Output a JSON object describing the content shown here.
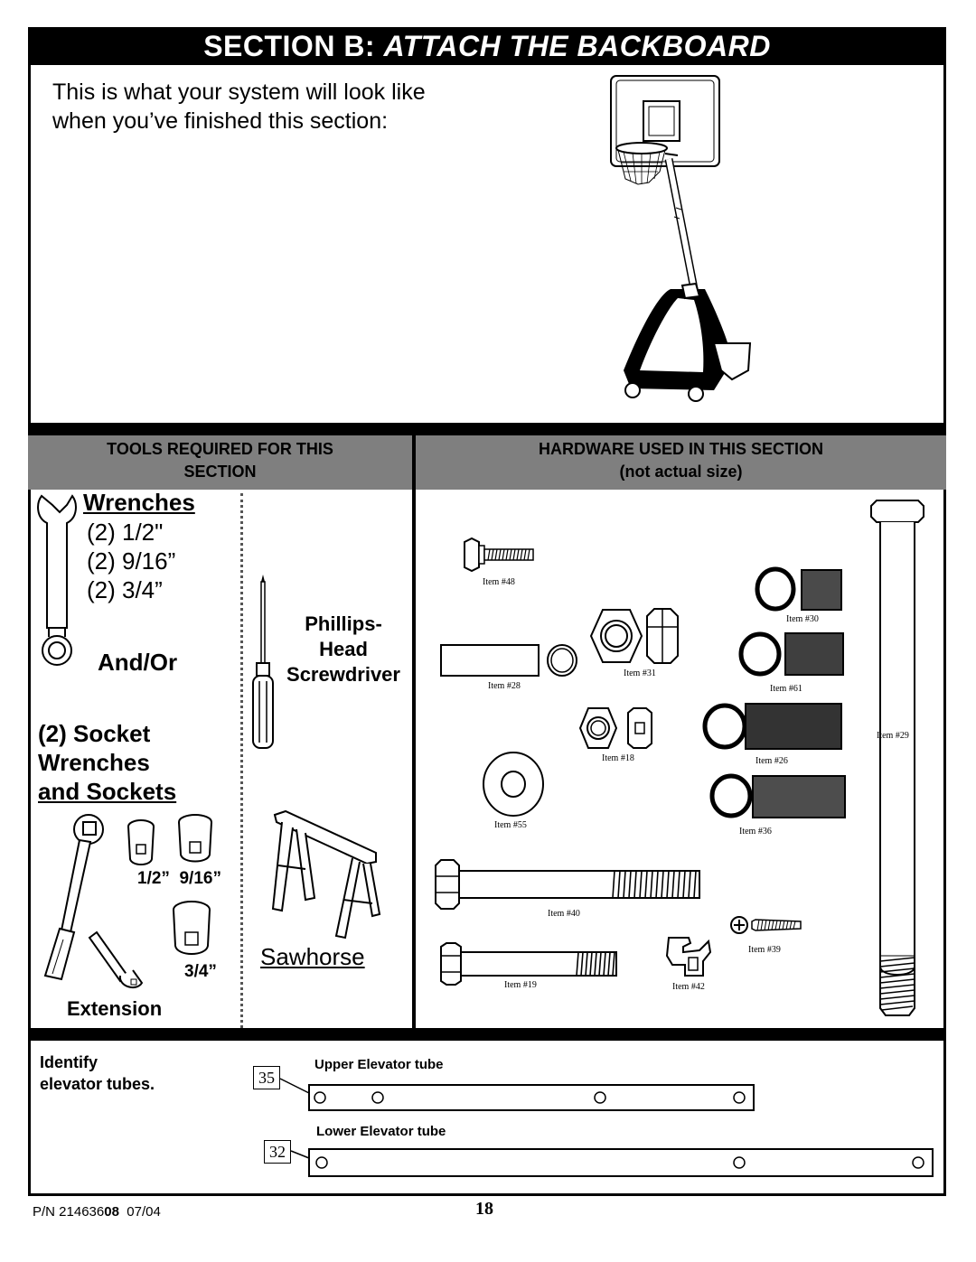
{
  "header": {
    "title_plain": "SECTION B: ",
    "title_italic": "ATTACH THE BACKBOARD"
  },
  "intro": {
    "line1": "This is what your system will look like",
    "line2": "when you’ve finished this section:"
  },
  "tools_header": {
    "line1": "TOOLS REQUIRED FOR THIS",
    "line2": "SECTION"
  },
  "hardware_header": {
    "line1": "HARDWARE USED IN THIS SECTION",
    "line2": "(not actual size)"
  },
  "tools": {
    "wrenches_title": "Wrenches",
    "wrench_sizes": [
      "(2) 1/2\"",
      "(2) 9/16”",
      "(2) 3/4”"
    ],
    "and_or": "And/Or",
    "screwdriver": [
      "Phillips-",
      "Head",
      "Screwdriver"
    ],
    "socket_title": [
      "(2) Socket",
      "Wrenches",
      "and Sockets"
    ],
    "socket_sizes_top": "1/2”  9/16”",
    "socket_size_bottom": "3/4”",
    "extension": "Extension",
    "sawhorse": "Sawhorse"
  },
  "hardware_items": {
    "i48": "Item #48",
    "i30": "Item #30",
    "i31": "Item #31",
    "i28": "Item #28",
    "i61": "Item #61",
    "i29": "Item #29",
    "i18": "Item #18",
    "i26": "Item #26",
    "i55": "Item #55",
    "i36": "Item #36",
    "i40": "Item #40",
    "i39": "Item #39",
    "i19": "Item #19",
    "i42": "Item #42"
  },
  "tubes": {
    "instruction": [
      "Identify",
      "elevator tubes."
    ],
    "upper_label": "Upper Elevator tube",
    "upper_num": "35",
    "lower_label": "Lower Elevator tube",
    "lower_num": "32"
  },
  "footer": {
    "pn_prefix": "P/N 214636",
    "pn_bold": "08",
    "pn_date": "07/04",
    "page": "18"
  }
}
